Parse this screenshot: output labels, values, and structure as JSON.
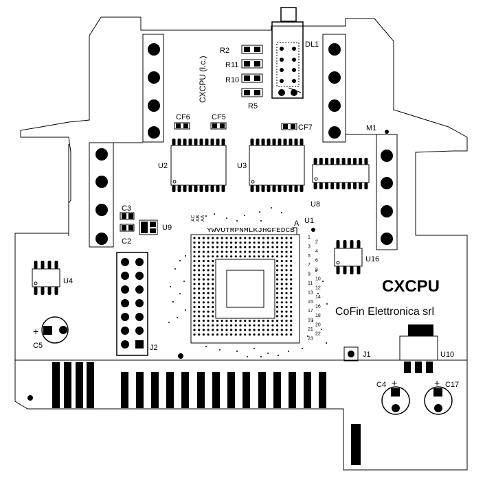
{
  "board": {
    "title": "CXCPU",
    "company": "CoFin Elettronica srl",
    "vertical_label": "CXCPU  (l.c.)"
  },
  "labels": {
    "r2": "R2",
    "r11": "R11",
    "r10": "R10",
    "r5": "R5",
    "dl1": "DL1",
    "cf6": "CF6",
    "cf5": "CF5",
    "cf7": "CF7",
    "m1": "M1",
    "u2": "U2",
    "u3": "U3",
    "u8": "U8",
    "u9": "U9",
    "u1": "U1",
    "u4": "U4",
    "u16": "U16",
    "u10": "U10",
    "c3": "C3",
    "c2": "C2",
    "c5": "C5",
    "c4": "C4",
    "c17": "C17",
    "j1": "J1",
    "j2": "J2",
    "a": "A",
    "col_ac": "AC",
    "col_ab": "AB",
    "col_aa": "AA",
    "plus_c5": "+",
    "plus_c4": "+",
    "plus_c17": "+"
  },
  "bga_columns": "YWVUTRPNMLKJHGFEDCB",
  "bga_rows_odd": [
    "1",
    "3",
    "5",
    "7",
    "9",
    "11",
    "13",
    "15",
    "17",
    "19",
    "21",
    "23"
  ],
  "bga_rows_even": [
    "2",
    "4",
    "6",
    "8",
    "10",
    "12",
    "14",
    "16",
    "18",
    "20",
    "22"
  ]
}
